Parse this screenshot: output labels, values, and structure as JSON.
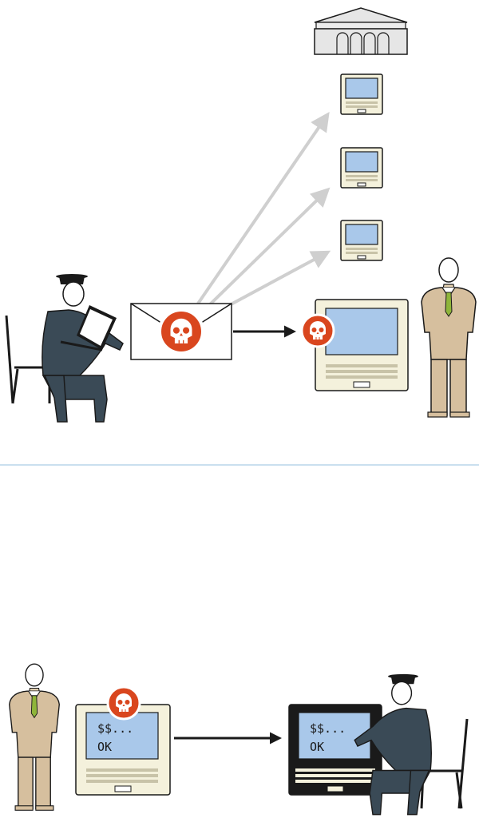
{
  "diagram": {
    "top_panel": {
      "description_nodes": [
        "bank",
        "computer-1",
        "computer-2",
        "computer-3",
        "victim-computer"
      ]
    },
    "bottom_panel": {
      "victim_screen": {
        "line1": "$$...",
        "line2": "OK"
      },
      "attacker_screen": {
        "line1": "$$...",
        "line2": "OK"
      }
    }
  },
  "colors": {
    "screen_blue": "#a9c8ea",
    "malware_red": "#d9461e",
    "attacker_suit": "#3a4a56",
    "victim_suit": "#d6bf9e",
    "tie": "#8fb53a",
    "divider": "#b9d6ea",
    "arrow_gray": "#cfcfcf"
  },
  "icons": [
    "bank-icon",
    "skull-icon",
    "envelope-icon",
    "computer-icon",
    "laptop-icon",
    "chair-icon"
  ]
}
